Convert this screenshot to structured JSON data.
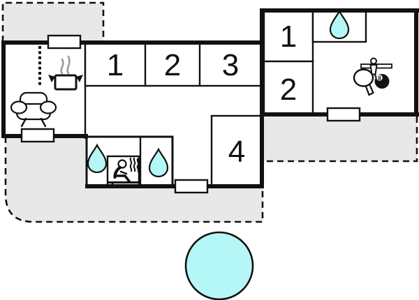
{
  "colors": {
    "background": "#ffffff",
    "line": "#111111",
    "terrace_fill": "#e8e8e8",
    "water_fill": "#b5f7f7",
    "steam_gray": "#999999"
  },
  "rooms": {
    "main_wing": [
      {
        "label": "1"
      },
      {
        "label": "2"
      },
      {
        "label": "3"
      }
    ],
    "right_wing": [
      {
        "label": "1"
      },
      {
        "label": "2"
      }
    ],
    "lower_wing": [
      {
        "label": "4"
      }
    ]
  },
  "icons": {
    "sofa": "sofa-icon",
    "kitchen": "cooking-pot-steam-icon",
    "shower_drops": [
      "water-drop-icon",
      "water-drop-icon",
      "water-drop-icon"
    ],
    "sauna": "sauna-icon",
    "games": "game-room-icon (table-tennis, foosball, billiards)",
    "pool": "pool-icon",
    "ball8_label": "8"
  }
}
